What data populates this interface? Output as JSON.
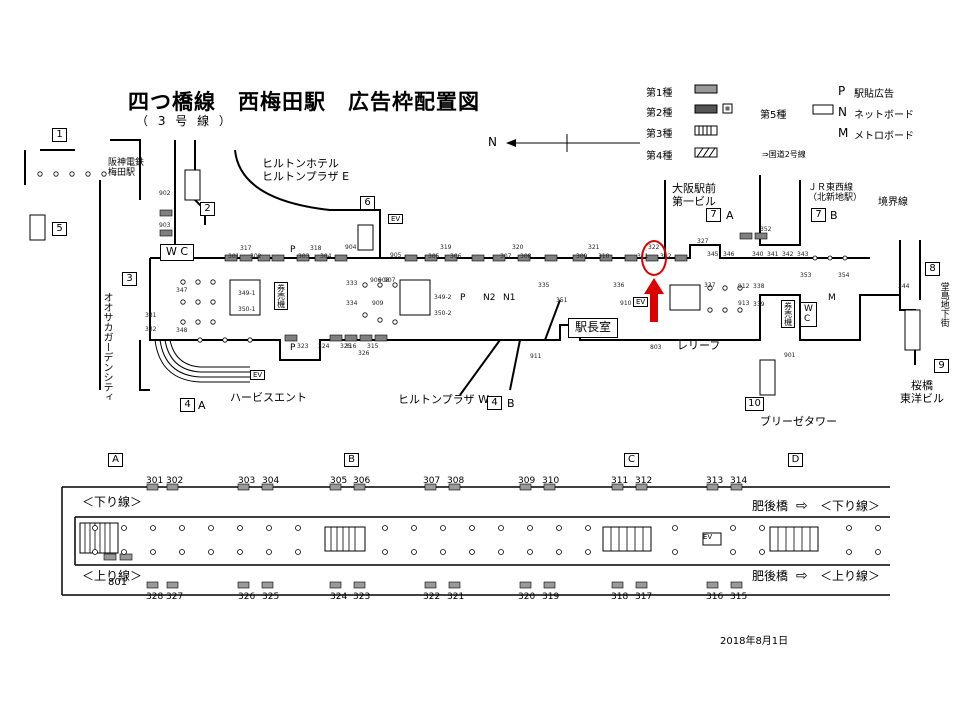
{
  "header": {
    "title": "四つ橋線　西梅田駅　広告枠配置図",
    "subtitle": "（ 3 号 線 ）"
  },
  "legend": {
    "type1": "第1種",
    "type2": "第2種",
    "type3": "第3種",
    "type4": "第4種",
    "type5": "第5種",
    "p": "P",
    "p_text": "駅貼広告",
    "n": "N",
    "n_text": "ネットボード",
    "m": "M",
    "m_text": "メトロボード"
  },
  "compass": {
    "north": "N"
  },
  "map_labels": {
    "hanshin": "阪神電鉄\n梅田駅",
    "hilton_e": "ヒルトンホテル\nヒルトンプラザ E",
    "osaka_ekimae": "大阪駅前\n第一ビル",
    "jr_tozai": "ＪＲ東西線\n（北新地駅）",
    "sakai_line": "境界線",
    "kokudo": "⇒国道2号線",
    "osaka_garden": "オオサカガーデンシティ",
    "harbis": "ハービスエント",
    "hilton_w": "ヒルトンプラザ W",
    "breeze": "ブリーゼタワー",
    "dojima": "堂島地下街",
    "sakurabashi": "桜橋\n東洋ビル",
    "ekichoshitsu": "駅長室",
    "relief": "レリーフ",
    "wc": "W C",
    "wc2": "W\nC",
    "ev": "EV",
    "kenbai": "券売機",
    "exit_a_label": "A",
    "exit_b_label": "B"
  },
  "exits": [
    "1",
    "2",
    "3",
    "4",
    "5",
    "6",
    "7",
    "8",
    "9",
    "10"
  ],
  "platform": {
    "section_labels": [
      "A",
      "B",
      "C",
      "D"
    ],
    "top_numbers": [
      "301",
      "302",
      "303",
      "304",
      "305",
      "306",
      "307",
      "308",
      "309",
      "310",
      "311",
      "312",
      "313",
      "314"
    ],
    "bottom_numbers": [
      "328",
      "327",
      "326",
      "325",
      "324",
      "323",
      "322",
      "321",
      "320",
      "319",
      "318",
      "317",
      "316",
      "315"
    ],
    "extra_number": "801",
    "down_line": "＜下り線＞",
    "up_line": "＜上り線＞",
    "higobashi": "肥後橋",
    "arrow": "⇨",
    "down_line2": "＜下り線＞",
    "up_line2": "＜上り線＞"
  },
  "concourse_numbers": [
    "317",
    "318",
    "319",
    "320",
    "321",
    "322",
    "301",
    "302",
    "303",
    "304",
    "305",
    "306",
    "307",
    "308",
    "309",
    "310",
    "311",
    "312",
    "327",
    "323",
    "324",
    "325",
    "326",
    "315",
    "316",
    "333",
    "334",
    "335",
    "336",
    "337",
    "338",
    "339",
    "340",
    "341",
    "342",
    "343",
    "344",
    "345",
    "346",
    "347",
    "348",
    "349-1",
    "350-1",
    "349-2",
    "350-2",
    "331",
    "332",
    "351",
    "352",
    "353",
    "354",
    "901",
    "902",
    "903",
    "904",
    "905",
    "906",
    "907",
    "908",
    "909",
    "910",
    "911",
    "912",
    "913",
    "803"
  ],
  "markers": {
    "P": "P",
    "N2": "N2",
    "N1": "N1",
    "M": "M"
  },
  "date": "2018年8月1日",
  "colors": {
    "ad_fill": "#808080",
    "highlight": "#dd0000"
  }
}
